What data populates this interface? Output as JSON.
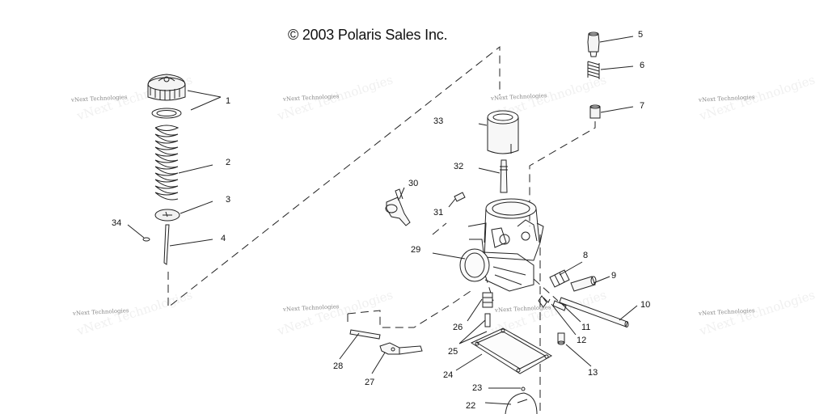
{
  "copyright": "© 2003 Polaris Sales Inc.",
  "watermark": "vNext Technologies",
  "callouts": [
    "1",
    "2",
    "3",
    "4",
    "5",
    "6",
    "7",
    "8",
    "9",
    "10",
    "11",
    "12",
    "13",
    "22",
    "23",
    "24",
    "25",
    "26",
    "27",
    "28",
    "29",
    "30",
    "31",
    "32",
    "33",
    "34"
  ]
}
